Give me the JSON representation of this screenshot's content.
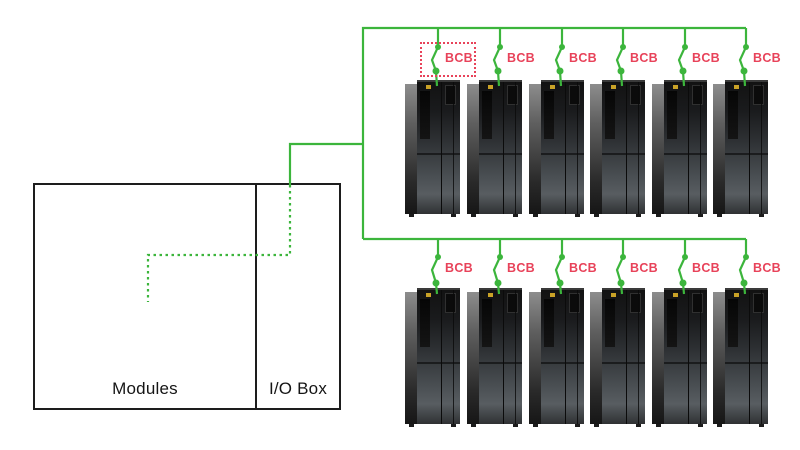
{
  "diagram": {
    "colors": {
      "wire_green": "#3cb53c",
      "bcb_red": "#e8435a",
      "box_border": "#1d1d1d",
      "emblem_gold": "#c9a227"
    },
    "left_box": {
      "modules_label": "Modules",
      "io_box_label": "I/O Box"
    },
    "rows": [
      {
        "name": "top-battery-row",
        "breakers": [
          {
            "label": "BCB",
            "highlighted": true
          },
          {
            "label": "BCB",
            "highlighted": false
          },
          {
            "label": "BCB",
            "highlighted": false
          },
          {
            "label": "BCB",
            "highlighted": false
          },
          {
            "label": "BCB",
            "highlighted": false
          },
          {
            "label": "BCB",
            "highlighted": false
          }
        ]
      },
      {
        "name": "bottom-battery-row",
        "breakers": [
          {
            "label": "BCB",
            "highlighted": false
          },
          {
            "label": "BCB",
            "highlighted": false
          },
          {
            "label": "BCB",
            "highlighted": false
          },
          {
            "label": "BCB",
            "highlighted": false
          },
          {
            "label": "BCB",
            "highlighted": false
          },
          {
            "label": "BCB",
            "highlighted": false
          }
        ]
      }
    ]
  }
}
